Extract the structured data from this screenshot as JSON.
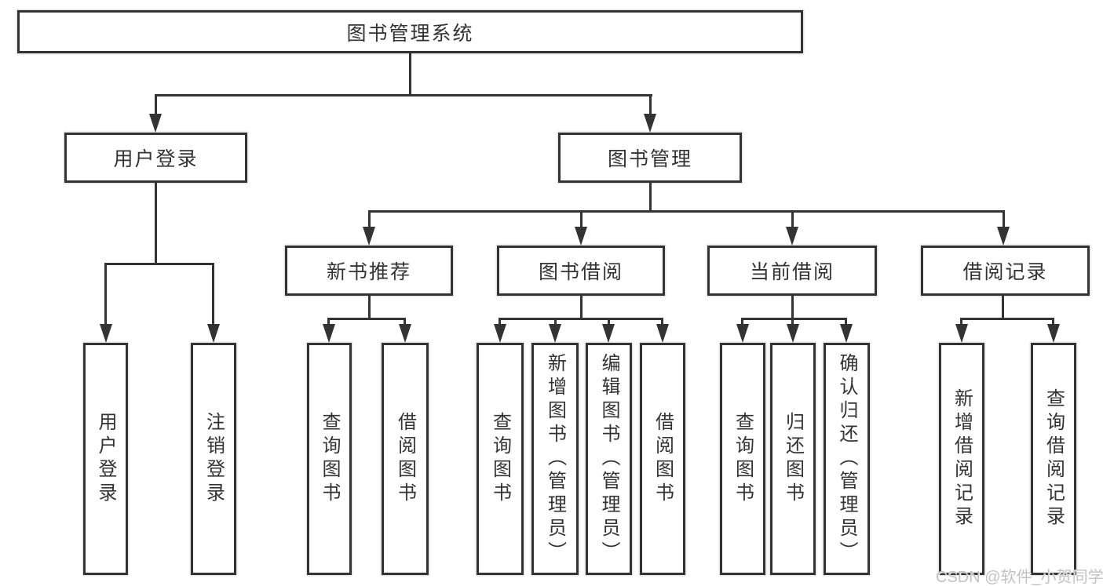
{
  "diagram": {
    "title": "图书管理系统",
    "branches": [
      {
        "label": "用户登录",
        "children": [
          "用户登录",
          "注销登录"
        ]
      },
      {
        "label": "图书管理",
        "groups": [
          {
            "label": "新书推荐",
            "children": [
              "查询图书",
              "借阅图书"
            ]
          },
          {
            "label": "图书借阅",
            "children": [
              "查询图书",
              "新增图书（管理员）",
              "编辑图书（管理员）",
              "借阅图书"
            ]
          },
          {
            "label": "当前借阅",
            "children": [
              "查询图书",
              "归还图书",
              "确认归还（管理员）"
            ]
          },
          {
            "label": "借阅记录",
            "children": [
              "新增借阅记录",
              "查询借阅记录"
            ]
          }
        ]
      }
    ]
  },
  "watermark": {
    "text": "CSDN @软件_小贺同学"
  },
  "colors": {
    "line": "#333333",
    "text": "#333333",
    "box_background": "#ffffff",
    "page_background": "#ffffff",
    "watermark": "#c2c2c2"
  }
}
